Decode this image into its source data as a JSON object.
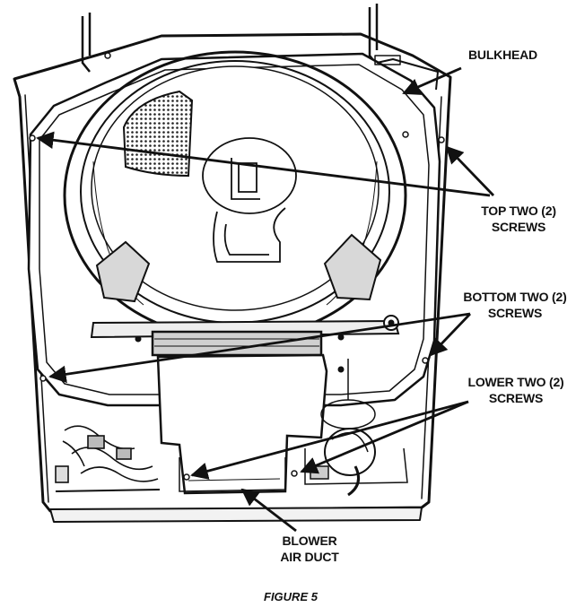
{
  "labels": {
    "bulkhead": "BULKHEAD",
    "top_screws_line1": "TOP TWO (2)",
    "top_screws_line2": "SCREWS",
    "bottom_screws_line1": "BOTTOM TWO (2)",
    "bottom_screws_line2": "SCREWS",
    "lower_screws_line1": "LOWER TWO (2)",
    "lower_screws_line2": "SCREWS",
    "blower_line1": "BLOWER",
    "blower_line2": "AIR DUCT"
  },
  "caption": "FIGURE 5",
  "colors": {
    "ink": "#111111",
    "paper": "#ffffff",
    "shade": "#cfcfcf"
  }
}
